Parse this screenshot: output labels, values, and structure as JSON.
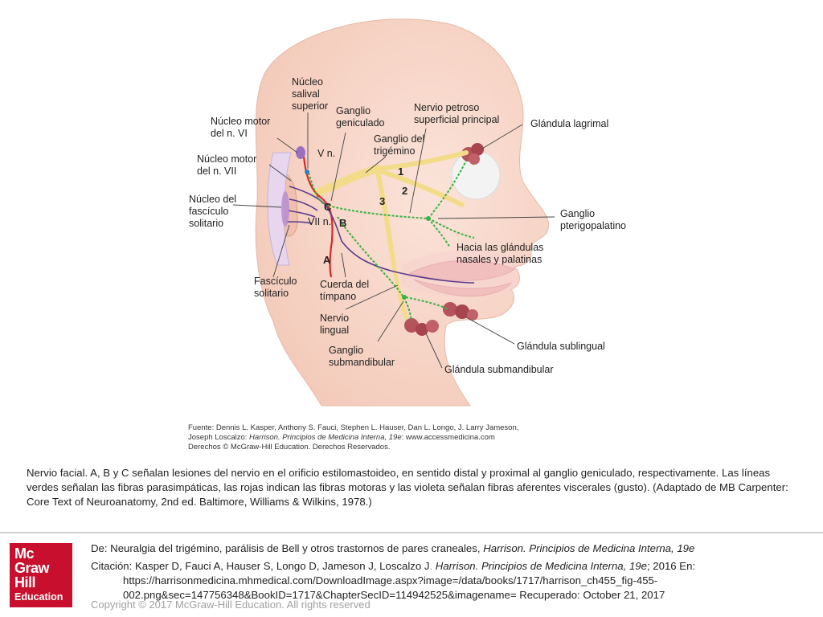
{
  "labels": {
    "nucleo_salival": [
      "Núcleo",
      "salival",
      "superior"
    ],
    "nucleo_motor_vi": [
      "Núcleo motor",
      "del n. VI"
    ],
    "nucleo_motor_vii": [
      "Núcleo motor",
      "del n. VII"
    ],
    "nucleo_fasciculo": [
      "Núcleo del",
      "fascículo",
      "solitario"
    ],
    "fasciculo_solitario": [
      "Fascículo",
      "solitario"
    ],
    "ganglio_geniculado": [
      "Ganglio",
      "geniculado"
    ],
    "nervio_petroso": [
      "Nervio petroso",
      "superficial principal"
    ],
    "glandula_lagrimal": "Glándula lagrimal",
    "ganglio_trigemino": [
      "Ganglio del",
      "trigémino"
    ],
    "v_n": "V n.",
    "vii_n": "VII n.",
    "ganglio_pterigopalatino": [
      "Ganglio",
      "pterigopalatino"
    ],
    "hacia_glandulas": [
      "Hacia las glándulas",
      "nasales y palatinas"
    ],
    "cuerda_timpano": [
      "Cuerda del",
      "tímpano"
    ],
    "nervio_lingual": [
      "Nervio",
      "lingual"
    ],
    "ganglio_submandibular": [
      "Ganglio",
      "submandibular"
    ],
    "glandula_sublingual": "Glándula sublingual",
    "glandula_submandibular": "Glándula submandibular",
    "num_1": "1",
    "num_2": "2",
    "num_3": "3",
    "letter_a": "A",
    "letter_b": "B",
    "letter_c": "C"
  },
  "source": {
    "line1": "Fuente: Dennis L. Kasper, Anthony S. Fauci, Stephen L. Hauser, Dan L. Longo, J. Larry Jameson,",
    "line2a": "Joseph Loscalzo: ",
    "line2b": "Harrison. Principios de Medicina Interna, 19e",
    "line2c": ": www.accessmedicina.com",
    "line3": "Derechos © McGraw-Hill Education. Derechos Reservados."
  },
  "caption": "Nervio facial. A, B y C señalan lesiones del nervio en el orificio estilomastoideo, en sentido distal y proximal al ganglio geniculado, respectivamente. Las líneas verdes señalan las fibras parasimpáticas, las rojas indican las fibras motoras y las violeta señalan fibras aferentes viscerales (gusto). (Adaptado de MB Carpenter: Core Text of Neuroanatomy, 2nd ed. Baltimore, Williams & Wilkins, 1978.)",
  "reference": {
    "de_prefix": "De: Neuralgia del trigémino, parálisis de Bell y otros trastornos de pares craneales, ",
    "de_book": "Harrison. Principios de Medicina Interna, 19e",
    "cit_prefix": "Citación: Kasper D, Fauci A, Hauser S, Longo D, Jameson J, Loscalzo J",
    "cit_dot": ". ",
    "cit_book": "Harrison. Principios de Medicina Interna, 19e",
    "cit_suffix": "; 2016 En:",
    "url_line1": "https://harrisonmedicina.mhmedical.com/DownloadImage.aspx?image=/data/books/1717/harrison_ch455_fig-455-",
    "url_line2": "002.png&sec=147756348&BookID=1717&ChapterSecID=114942525&imagename= Recuperado: October 21, 2017"
  },
  "copyright": "Copyright © 2017 McGraw-Hill Education. All rights reserved",
  "logo": {
    "line1": "Mc",
    "line2": "Graw",
    "line3": "Hill",
    "line4": "Education",
    "color": "#c8102e"
  },
  "colors": {
    "parasympathetic": "#3cb043",
    "motor": "#d62828",
    "afferent": "#5b3a8c",
    "trigeminal": "#f2dc8a",
    "gland": "#b5525a"
  }
}
